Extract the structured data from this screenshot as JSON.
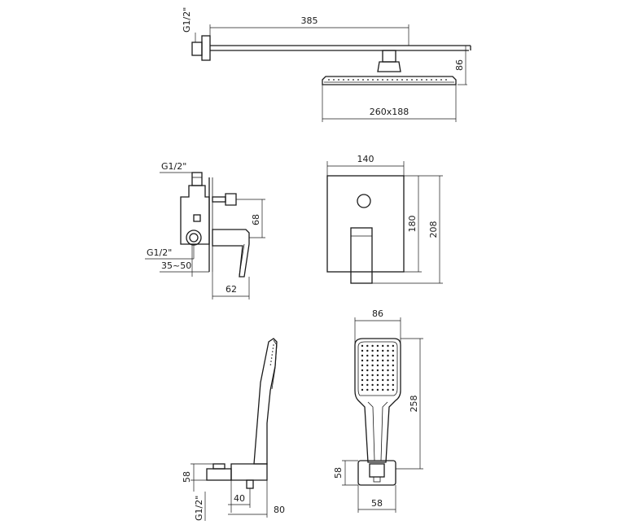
{
  "dims": {
    "g12_top": "G1/2\"",
    "arm_length": "385",
    "head_height": "86",
    "head_size": "260x188",
    "g12_valve_top": "G1/2\"",
    "g12_valve_bottom": "G1/2\"",
    "valve_depth_range": "35~50",
    "valve_outlet_height": "68",
    "valve_projection": "62",
    "plate_width": "140",
    "plate_height_inner": "180",
    "plate_height": "208",
    "hand_width": "86",
    "hand_length": "258",
    "holder_height_side": "58",
    "g12_holder": "G1/2\"",
    "holder_offset": "40",
    "holder_depth": "80",
    "holder_height_front": "58",
    "holder_width": "58"
  }
}
